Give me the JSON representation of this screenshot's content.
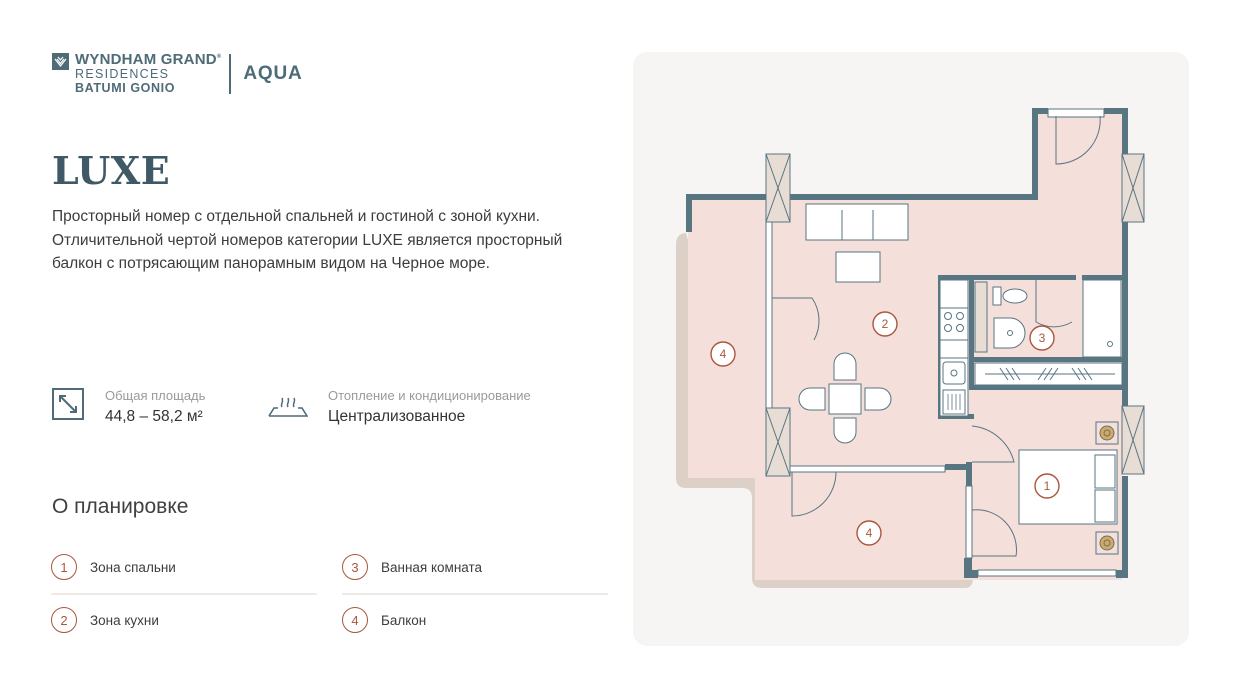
{
  "header": {
    "brand": "WYNDHAM GRAND",
    "brand_mark": "®",
    "sub1": "RESIDENCES",
    "sub2": "BATUMI GONIO",
    "project": "AQUA"
  },
  "title": "LUXE",
  "description": "Просторный номер с отдельной спальней и гостиной с зоной кухни. Отличительной чертой номеров категории LUXE является просторный балкон с потрясающим панорамным видом на Черное море.",
  "features": {
    "area": {
      "icon": "resize-diagonal-icon",
      "label": "Общая площадь",
      "value": "44,8 – 58,2 м²"
    },
    "heating": {
      "icon": "heating-icon",
      "label": "Отопление и кондиционирование",
      "value": "Централизованное"
    }
  },
  "layout": {
    "heading": "О планировке",
    "items": [
      {
        "num": "1",
        "label": "Зона спальни"
      },
      {
        "num": "2",
        "label": "Зона кухни"
      },
      {
        "num": "3",
        "label": "Ванная комната"
      },
      {
        "num": "4",
        "label": "Балкон"
      }
    ]
  },
  "floor_plan": {
    "labels": [
      "1",
      "2",
      "3",
      "4",
      "4"
    ],
    "colors": {
      "wall": "#587582",
      "room": "#f5dfdb",
      "balcony_rim": "#ddd0c6",
      "label": "#a9573d",
      "background": "#f7f5f3"
    }
  }
}
